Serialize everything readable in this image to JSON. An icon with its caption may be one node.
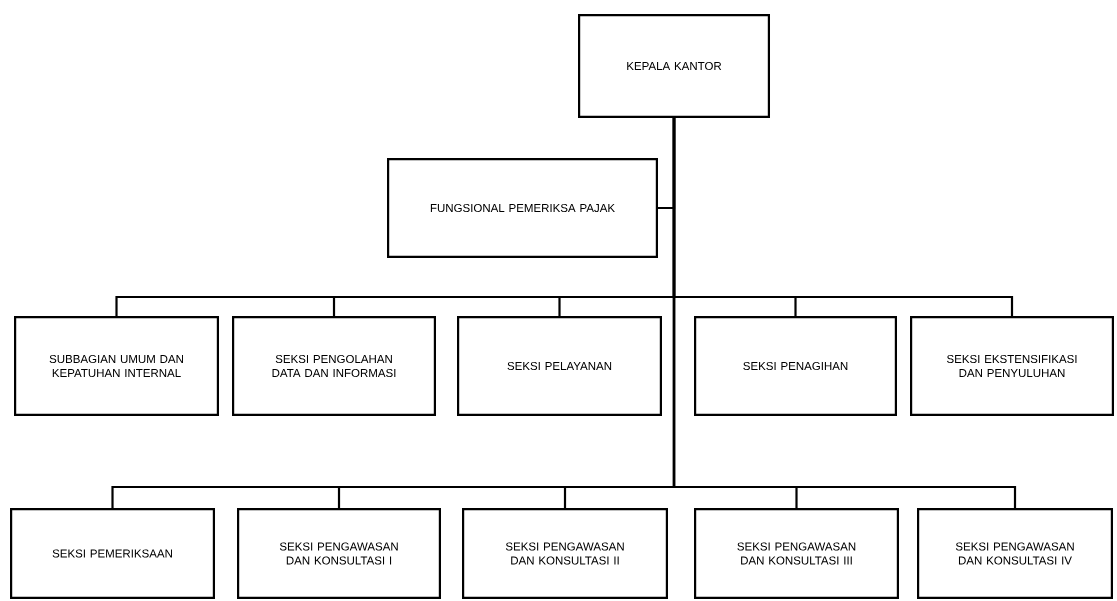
{
  "diagram": {
    "nodes": [
      {
        "text": [
          "KEPALA KANTOR"
        ]
      },
      {
        "text": [
          "FUNGSIONAL PEMERIKSA PAJAK"
        ]
      },
      {
        "text": [
          "SUBBAGIAN UMUM DAN KEPATUHAN INTERNAL"
        ]
      },
      {
        "text": [
          "SEKSI PENGOLAHAN DATA DAN INFORMASI"
        ]
      },
      {
        "text": [
          "SEKSI PELAYANAN"
        ]
      },
      {
        "text": [
          "SEKSI PENAGIHAN"
        ]
      },
      {
        "text": [
          "SEKSI EKSTENSIFIKASI DAN PENYULUHAN"
        ]
      },
      {
        "text": [
          "SEKSI PEMERIKSAAN"
        ]
      },
      {
        "text": [
          "SEKSI PENGAWASAN DAN KONSULTASI I"
        ]
      },
      {
        "text": [
          "SEKSI PENGAWASAN DAN KONSULTASI II"
        ]
      },
      {
        "text": [
          "SEKSI PENGAWASAN DAN KONSULTASI III"
        ]
      },
      {
        "text": [
          "SEKSI PENGAWASAN DAN KONSULTASI IV"
        ]
      }
    ],
    "edges": [
      {
        "from": 0,
        "to": 1,
        "arrow": "none"
      },
      {
        "from": 0,
        "to": 2,
        "arrow": "none"
      },
      {
        "from": 0,
        "to": 3,
        "arrow": "none"
      },
      {
        "from": 0,
        "to": 4,
        "arrow": "none"
      },
      {
        "from": 0,
        "to": 5,
        "arrow": "none"
      },
      {
        "from": 0,
        "to": 6,
        "arrow": "none"
      },
      {
        "from": 0,
        "to": 7,
        "arrow": "none"
      },
      {
        "from": 0,
        "to": 8,
        "arrow": "none"
      },
      {
        "from": 0,
        "to": 9,
        "arrow": "none"
      },
      {
        "from": 0,
        "to": 10,
        "arrow": "none"
      },
      {
        "from": 0,
        "to": 11,
        "arrow": "none"
      }
    ]
  }
}
